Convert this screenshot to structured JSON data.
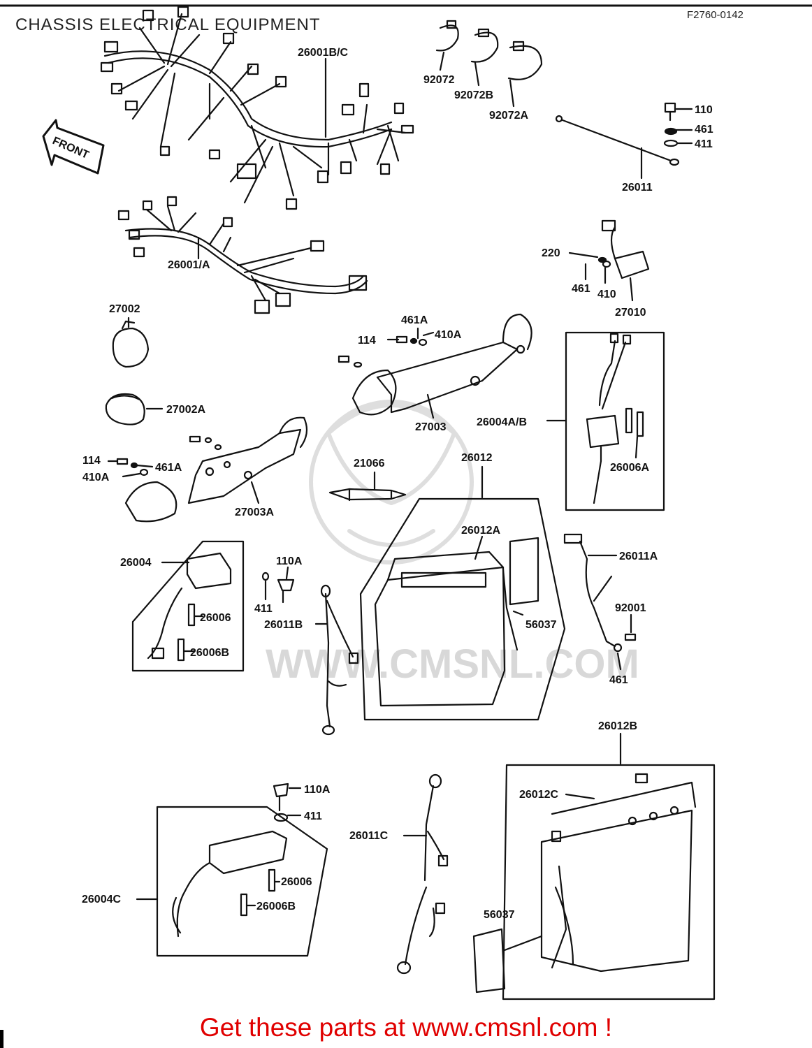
{
  "header": {
    "title": "CHASSIS ELECTRICAL EQUIPMENT",
    "figure_code": "F2760-0142"
  },
  "front_arrow_label": "FRONT",
  "watermark": "WWW.CMSNL.COM",
  "parts": {
    "p26001bc": "26001B/C",
    "p26001a": "26001/A",
    "p92072": "92072",
    "p92072b": "92072B",
    "p92072a": "92072A",
    "p110_top": "110",
    "p461_top": "461",
    "p411_top": "411",
    "p26011": "26011",
    "p220": "220",
    "p461_reg": "461",
    "p410_reg": "410",
    "p27010": "27010",
    "p27002": "27002",
    "p27002a": "27002A",
    "p461a_top": "461A",
    "p114_top": "114",
    "p410a_top": "410A",
    "p27003": "27003",
    "p26004ab": "26004A/B",
    "p26006a": "26006A",
    "p114_left": "114",
    "p461a_left": "461A",
    "p410a_left": "410A",
    "p27003a": "27003A",
    "p21066": "21066",
    "p26012": "26012",
    "p26012a": "26012A",
    "p26011a": "26011A",
    "p26004": "26004",
    "p26006": "26006",
    "p26006b": "26006B",
    "p110a_mid": "110A",
    "p411_mid": "411",
    "p26011b": "26011B",
    "p56037_mid": "56037",
    "p92001": "92001",
    "p461_bot": "461",
    "p26012b": "26012B",
    "p110a_low": "110A",
    "p411_low": "411",
    "p26012c": "26012C",
    "p26011c": "26011C",
    "p26004c": "26004C",
    "p26006_low": "26006",
    "p26006b_low": "26006B",
    "p56037_low": "56037"
  },
  "footer": {
    "cta": "Get these parts at www.cmsnl.com !"
  }
}
